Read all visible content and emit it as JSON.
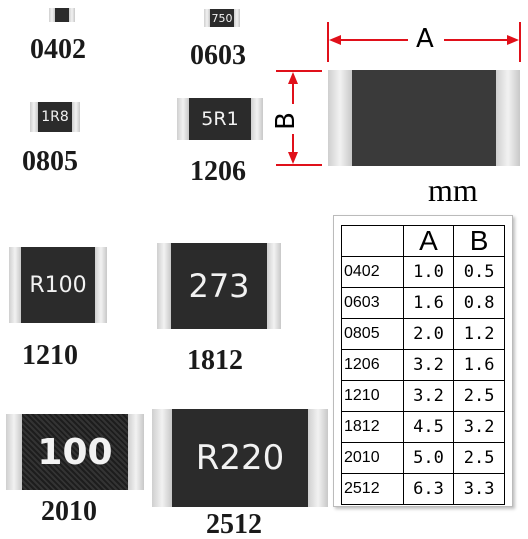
{
  "unit": "mm",
  "dim_letters": {
    "a": "A",
    "b": "B"
  },
  "chips": [
    {
      "size": "0402",
      "marking": ""
    },
    {
      "size": "0603",
      "marking": "750"
    },
    {
      "size": "0805",
      "marking": "1R8"
    },
    {
      "size": "1206",
      "marking": "5R1"
    },
    {
      "size": "1210",
      "marking": "R100"
    },
    {
      "size": "1812",
      "marking": "273"
    },
    {
      "size": "2010",
      "marking": "100"
    },
    {
      "size": "2512",
      "marking": "R220"
    }
  ],
  "table": {
    "headers": [
      "",
      "A",
      "B"
    ],
    "rows": [
      [
        "0402",
        "1.0",
        "0.5"
      ],
      [
        "0603",
        "1.6",
        "0.8"
      ],
      [
        "0805",
        "2.0",
        "1.2"
      ],
      [
        "1206",
        "3.2",
        "1.6"
      ],
      [
        "1210",
        "3.2",
        "2.5"
      ],
      [
        "1812",
        "4.5",
        "3.2"
      ],
      [
        "2010",
        "5.0",
        "2.5"
      ],
      [
        "2512",
        "6.3",
        "3.3"
      ]
    ]
  },
  "colors": {
    "dimension_red": "#e0101a",
    "chip_body": "#2b2b2b"
  }
}
